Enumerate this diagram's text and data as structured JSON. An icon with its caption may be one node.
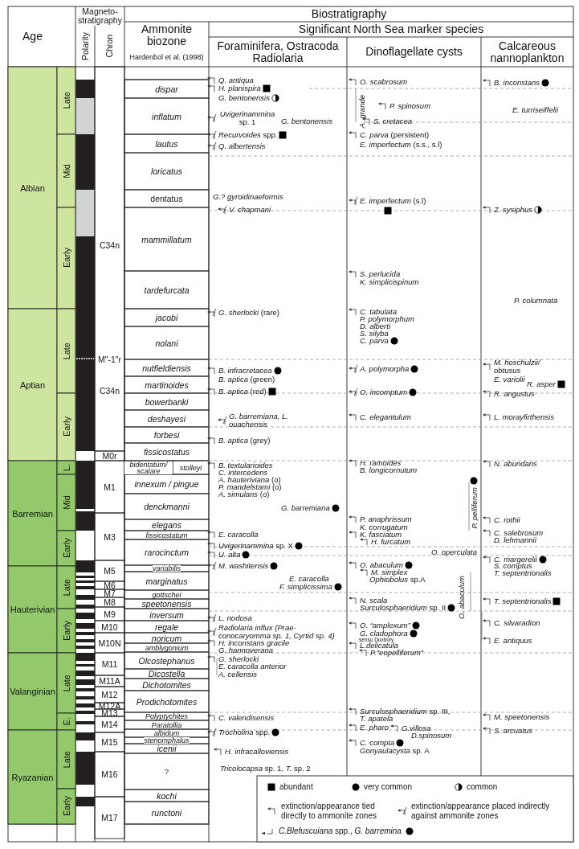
{
  "diagram": {
    "labels": [
      "Age",
      "Magneto-stratigraphy",
      "Polarity",
      "Chron",
      "Biostratigraphy",
      "Ammonite biozone",
      "Hardenbol et al. (1998)",
      "Significant North Sea marker species",
      "Foraminifera, Ostracoda Radiolaria",
      "Dinoflagellate cysts",
      "Calcareous nannoplankton",
      "Albian",
      "Aptian",
      "Barremian",
      "Hauterivian",
      "Valanginian",
      "Ryazanian",
      "Late",
      "Mid",
      "Early",
      "Late",
      "Early",
      "L.",
      "Mid",
      "Early",
      "Late",
      "Early",
      "Late",
      "E.",
      "Late",
      "Early",
      "C34n",
      "M\"-1\"r",
      "C34n",
      "M0r",
      "M1",
      "M3",
      "M5",
      "M6",
      "M7",
      "M8",
      "M9",
      "M10",
      "M10N",
      "M11",
      "M11A",
      "M12",
      "M12A",
      "M13",
      "M14",
      "M15",
      "M16",
      "M17",
      "dispar",
      "inflatum",
      "lautus",
      "loricatus",
      "dentatus",
      "mammillatum",
      "tardefurcata",
      "jacobi",
      "nolani",
      "nutfieldiensis",
      "martinoides",
      "bowerbanki",
      "deshayesi",
      "forbesi",
      "fissicostatus",
      "bidentatum/ scalare",
      "stolleyi",
      "innexum / pingue",
      "denckmanni",
      "elegans",
      "fissicostatum",
      "rarocinctum",
      "variabilis",
      "marginatus",
      "gottschei",
      "speetonensis",
      "inversum",
      "regale",
      "noricum",
      "amblygonium",
      "Olcostephanus",
      "Dicostella",
      "Dichotomites",
      "Prodichotomites",
      "Polyptychites",
      "Paratollia",
      "albidum",
      "stenomphalus",
      "icenii",
      "?",
      "kochi",
      "runctoni",
      "Q. antiqua",
      "H. planispira",
      "G. bentonensis",
      "*Uvigerinammina* sp. 1",
      "G. bentonensis",
      "*Recurvoides* spp.",
      "Q. albertensis",
      "G.? gyroidinaeformis",
      "V. chapmani",
      "*G. sherlocki* (rare)",
      "B. infracretacea",
      "*B. aptica* (green)",
      "*B. aptica* (red)",
      "G. barremiana, L. ouachensis",
      "*B. aptica* (grey)",
      "B. textularioides",
      "C. intercedens",
      "*A. hauteriviana* (o)",
      "*P. mandelstami* (o)",
      "*A. simulans* (o)",
      "G. barremiana",
      "E. caracolla",
      "*Uvigerinammina* sp. X",
      "U. alta",
      "M. washitensis",
      "E. caracolla",
      "F. simplicissima",
      "L. nodosa",
      "Radiolaria influx (Prae-conocaryomma sp. 1, Cyrtid sp. 4)",
      "H. inconstans gracile",
      "G. hannoverana",
      "G. sherlocki",
      "E. caracolla anterior",
      "A. cellensis",
      "C. valendisensis",
      "*Trocholina* spp.",
      "H. infracalloviensis",
      "*Tricolocapsa* sp. 1, *T.* sp. 2",
      "O. scabrosum",
      "A. grande",
      "P. spinosum",
      "S. cretacea",
      "*C. parva* (persistent)",
      "*E. imperfectum* (s.s., s.l)",
      "*E. imperfectum* (s.l)",
      "S. perlucida",
      "K. simplicispinum",
      "C. tabulata",
      "P. polymorphum",
      "D. alberti",
      "S. silyba",
      "C. parva",
      "A. polymorpha",
      "O. incomptum",
      "C. elegantulum",
      "H. ramoides",
      "B. longicornutum",
      "P. pelliferum",
      "P. anaphrissum",
      "K. corrugatum",
      "K. fasciatum",
      "H. furcatum",
      "O. operculata",
      "O. abaculum",
      "M. simplex",
      "*Ophiobolus* sp.A",
      "O. abaculum",
      "N. scala",
      "*Surculosphaeridium* sp. II",
      "O. “amplexum”",
      "G. cladophora",
      "sensu Duxbury",
      "L.delicatula",
      "P.\"eopelliferum\"",
      "*Surculosphaeridium* sp. III,",
      "T. apatela",
      "E. pharo",
      "G.villosa",
      "D.spinosum",
      "C. compta",
      "*Gonyaulacysta* sp. A",
      "B. inconstans",
      "E. turriseiffelii",
      "Z. sysiphus",
      "P. columnata",
      "M. hoschulzii/ obtusus",
      "E. variolii",
      "R. asper",
      "R. angustus",
      "L. morayfirthensis",
      "N. abundans",
      "C. rothii",
      "C. salebrosum",
      "D. lehmannii",
      "C. margerelii",
      "S. comptus",
      "T. septentrionalis",
      "T. septentrionalis",
      "C. silvaradion",
      "E. antiquus",
      "M. speetonensis",
      "S. arcuatus"
    ],
    "legend": [
      {
        "text": "abundant"
      },
      {
        "text": "very common"
      },
      {
        "text": "common"
      },
      {
        "text": "extinction/appearance tied directly to ammonite zones"
      },
      {
        "text": "extinction/appearance placed indirectly against ammonite zones"
      },
      {
        "text": "*C.Blefuscuiana* spp., *G. barremina*"
      }
    ]
  }
}
